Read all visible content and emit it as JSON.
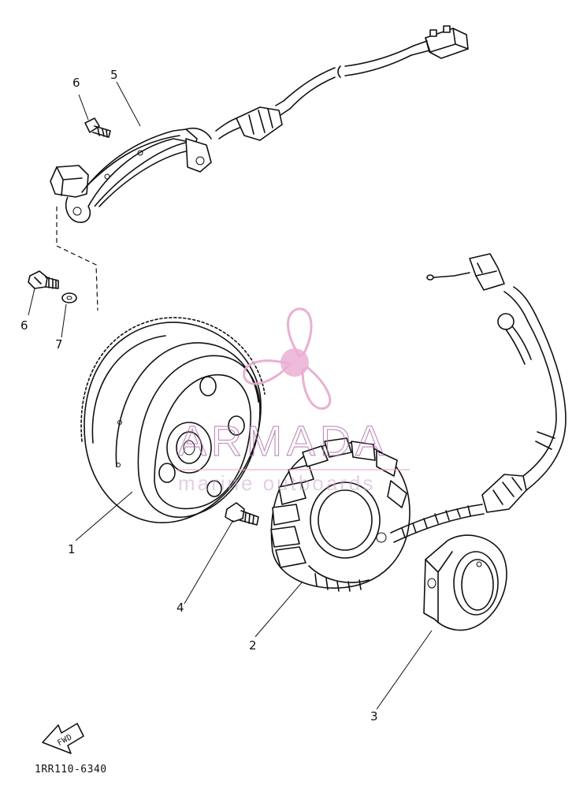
{
  "callouts": {
    "flywheel": "1",
    "stator": "2",
    "base": "3",
    "bolt_center": "4",
    "lead_holder": "5",
    "screw_top": "6",
    "screw_lower": "6",
    "washer": "7"
  },
  "fwd_label": "FWD",
  "diagram_code": "1RR110-6340",
  "watermark": {
    "brand": "ARMADA",
    "tagline": "marine outboards",
    "color": "#e9a7cf"
  }
}
